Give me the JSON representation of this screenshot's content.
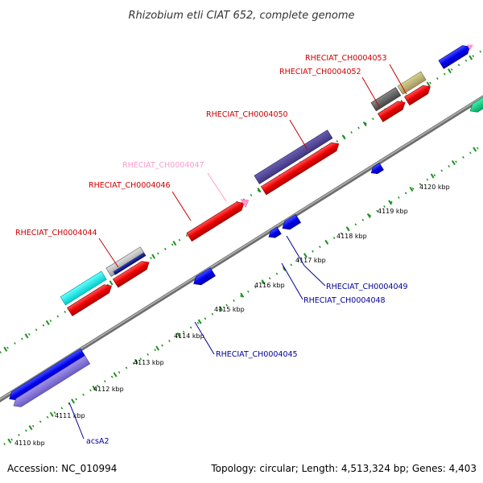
{
  "title": "Rhizobium etli CIAT 652, complete genome",
  "footer": {
    "accession": "Accession: NC_010994",
    "summary": "Topology: circular; Length: 4,513,324 bp; Genes: 4,403"
  },
  "colors": {
    "backbone": "#8c8c8c",
    "tick": "#1f8f1f",
    "label_forward": "#cc0000",
    "label_reverse": "#000099",
    "label_pink": "#ff99cc"
  },
  "ticks": [
    "4110 kbp",
    "4111 kbp",
    "4112 kbp",
    "4113 kbp",
    "4114 kbp",
    "4115 kbp",
    "4116 kbp",
    "4117 kbp",
    "4118 kbp",
    "4119 kbp",
    "4120 kbp"
  ],
  "genes": [
    {
      "label": "RHECIAT_CH0004053",
      "strand": "forward"
    },
    {
      "label": "RHECIAT_CH0004052",
      "strand": "forward"
    },
    {
      "label": "RHECIAT_CH0004050",
      "strand": "forward"
    },
    {
      "label": "RHECIAT_CH0004047",
      "strand": "forward"
    },
    {
      "label": "RHECIAT_CH0004046",
      "strand": "forward"
    },
    {
      "label": "RHECIAT_CH0004044",
      "strand": "forward"
    },
    {
      "label": "RHECIAT_CH0004049",
      "strand": "reverse"
    },
    {
      "label": "RHECIAT_CH0004048",
      "strand": "reverse"
    },
    {
      "label": "RHECIAT_CH0004045",
      "strand": "reverse"
    },
    {
      "label": "acsA2",
      "strand": "reverse"
    }
  ]
}
